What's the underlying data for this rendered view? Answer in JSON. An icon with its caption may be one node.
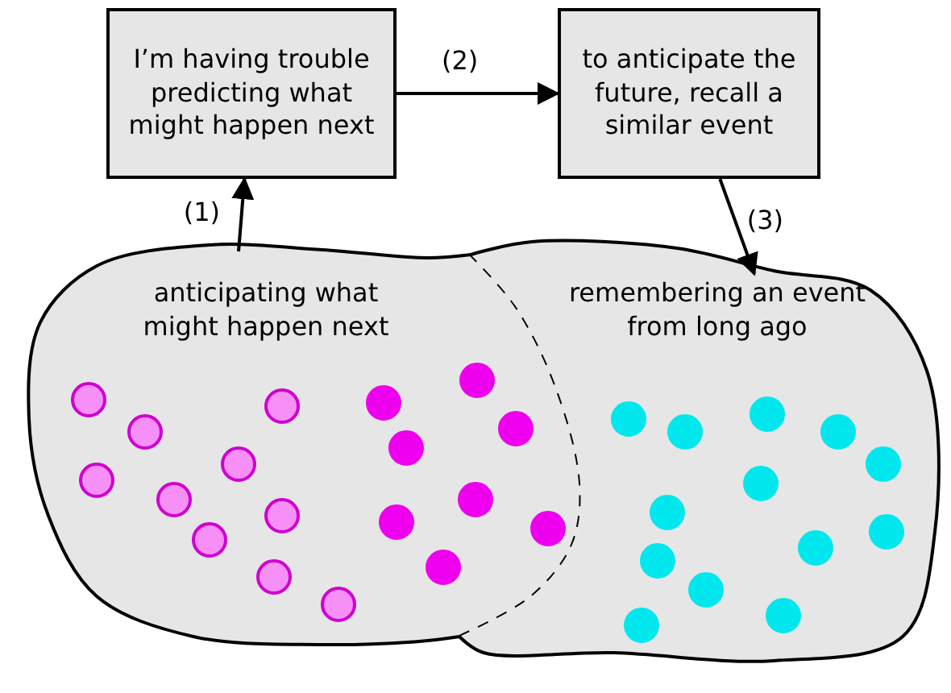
{
  "diagram": {
    "nodes": [
      {
        "text": [
          "I’m having trouble predicting what might happen next"
        ]
      },
      {
        "text": [
          "to anticipate the future, recall a similar event"
        ]
      },
      {
        "text": [
          "anticipating what might happen next"
        ]
      },
      {
        "text": [
          "remembering an event from long ago"
        ]
      }
    ],
    "edges": [
      {
        "from": 2,
        "to": 0,
        "arrow": "to",
        "label": "(1)"
      },
      {
        "from": 0,
        "to": 1,
        "arrow": "to",
        "label": "(2)"
      },
      {
        "from": 1,
        "to": 3,
        "arrow": "to",
        "label": "(3)"
      }
    ]
  }
}
